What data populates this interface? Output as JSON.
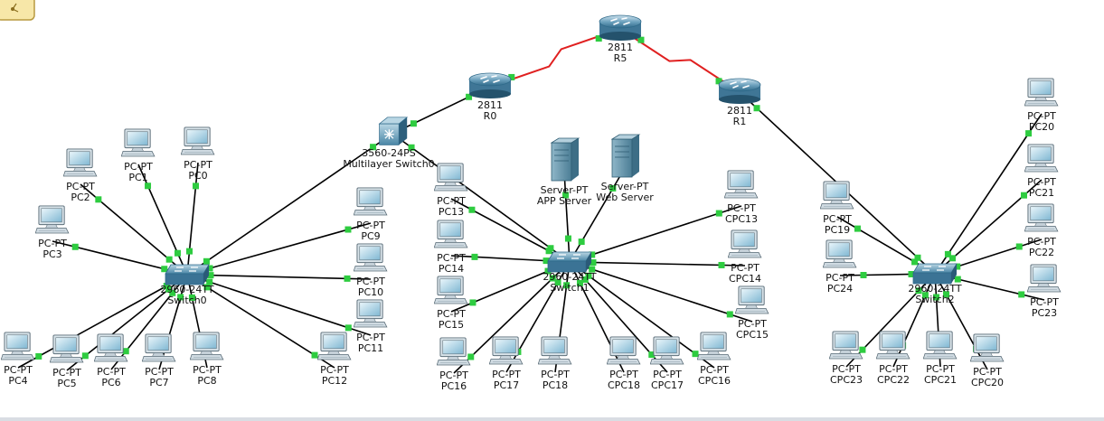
{
  "colors": {
    "background": "#ffffff",
    "ethernet_link": "#000000",
    "serial_link": "#e02020",
    "link_up": "#2ecc40",
    "bottom_bar": "#d9dde3"
  },
  "corner_icon": "workspace-note-icon",
  "routers": [
    {
      "model": "2811",
      "name": "R5"
    },
    {
      "model": "2811",
      "name": "R0"
    },
    {
      "model": "2811",
      "name": "R1"
    }
  ],
  "multilayer": {
    "model": "3560-24PS",
    "name": "Multilayer Switch0"
  },
  "switches": [
    {
      "model": "2960-24TT",
      "name": "Switch0"
    },
    {
      "model": "2960-24TT",
      "name": "Switch1"
    },
    {
      "model": "2960-24TT",
      "name": "Switch2"
    }
  ],
  "servers": [
    {
      "model": "Server-PT",
      "name": "APP Server"
    },
    {
      "model": "Server-PT",
      "name": "Web Server"
    }
  ],
  "pcs": [
    {
      "model": "PC-PT",
      "name": "PC2"
    },
    {
      "model": "PC-PT",
      "name": "PC1"
    },
    {
      "model": "PC-PT",
      "name": "PC0"
    },
    {
      "model": "PC-PT",
      "name": "PC3"
    },
    {
      "model": "PC-PT",
      "name": "PC9"
    },
    {
      "model": "PC-PT",
      "name": "PC10"
    },
    {
      "model": "PC-PT",
      "name": "PC11"
    },
    {
      "model": "PC-PT",
      "name": "PC4"
    },
    {
      "model": "PC-PT",
      "name": "PC5"
    },
    {
      "model": "PC-PT",
      "name": "PC6"
    },
    {
      "model": "PC-PT",
      "name": "PC7"
    },
    {
      "model": "PC-PT",
      "name": "PC8"
    },
    {
      "model": "PC-PT",
      "name": "PC12"
    },
    {
      "model": "PC-PT",
      "name": "PC13"
    },
    {
      "model": "PC-PT",
      "name": "PC14"
    },
    {
      "model": "PC-PT",
      "name": "PC15"
    },
    {
      "model": "PC-PT",
      "name": "PC16"
    },
    {
      "model": "PC-PT",
      "name": "PC17"
    },
    {
      "model": "PC-PT",
      "name": "PC18"
    },
    {
      "model": "PC-PT",
      "name": "CPC18"
    },
    {
      "model": "PC-PT",
      "name": "CPC17"
    },
    {
      "model": "PC-PT",
      "name": "CPC16"
    },
    {
      "model": "PC-PT",
      "name": "CPC13"
    },
    {
      "model": "PC-PT",
      "name": "CPC14"
    },
    {
      "model": "PC-PT",
      "name": "CPC15"
    },
    {
      "model": "PC-PT",
      "name": "PC19"
    },
    {
      "model": "PC-PT",
      "name": "PC24"
    },
    {
      "model": "PC-PT",
      "name": "PC20"
    },
    {
      "model": "PC-PT",
      "name": "PC21"
    },
    {
      "model": "PC-PT",
      "name": "PC22"
    },
    {
      "model": "PC-PT",
      "name": "PC23"
    },
    {
      "model": "PC-PT",
      "name": "CPC23"
    },
    {
      "model": "PC-PT",
      "name": "CPC22"
    },
    {
      "model": "PC-PT",
      "name": "CPC21"
    },
    {
      "model": "PC-PT",
      "name": "CPC20"
    }
  ],
  "links": [
    {
      "from": "R0",
      "to": "R5",
      "type": "serial"
    },
    {
      "from": "R5",
      "to": "R1",
      "type": "serial"
    },
    {
      "from": "Multilayer Switch0",
      "to": "R0",
      "type": "ethernet"
    },
    {
      "from": "Multilayer Switch0",
      "to": "Switch0",
      "type": "ethernet"
    },
    {
      "from": "Multilayer Switch0",
      "to": "Switch1",
      "type": "ethernet"
    },
    {
      "from": "R1",
      "to": "Switch2",
      "type": "ethernet"
    }
  ]
}
